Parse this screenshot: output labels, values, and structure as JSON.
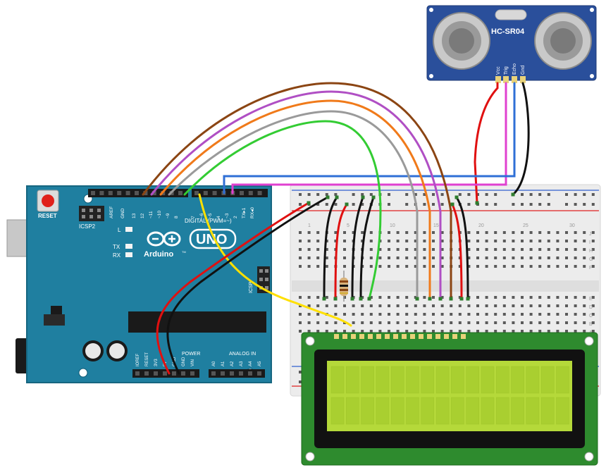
{
  "sensor": {
    "name": "HC-SR04",
    "pins": [
      "Vcc",
      "Trig",
      "Echo",
      "Gnd"
    ]
  },
  "arduino": {
    "reset_label": "RESET",
    "icsp2_label": "ICSP2",
    "icsp_label": "ICSP",
    "logo_text": "Arduino",
    "logo_tm": "TM",
    "uno_text": "UNO",
    "digital_label": "DIGITAL (PWM=~)",
    "led_labels": [
      "L",
      "TX",
      "RX"
    ],
    "top_header_labels": [
      "AREF",
      "GND",
      "13",
      "12",
      "~11",
      "~10",
      "~9",
      "8",
      "7",
      "~6",
      "~5",
      "4",
      "~3",
      "2",
      "TX▸1",
      "RX◂0"
    ],
    "power_label": "POWER",
    "power_pins": [
      "IOREF",
      "RESET",
      "3V3",
      "5V",
      "GND",
      "GND",
      "VIN"
    ],
    "analog_label": "ANALOG IN",
    "analog_pins": [
      "A0",
      "A1",
      "A2",
      "A3",
      "A4",
      "A5"
    ]
  },
  "breadboard": {
    "column_numbers": [
      "1",
      "5",
      "10",
      "15",
      "20",
      "25",
      "30"
    ],
    "row_letters": [
      "A",
      "B",
      "C",
      "D",
      "E",
      "F",
      "G",
      "H",
      "I",
      "J"
    ]
  },
  "colors": {
    "arduino_board": "#1f7fa0",
    "sensor_board": "#2a4f9b",
    "lcd_board": "#2e8b2e",
    "lcd_screen": "#b5d93a",
    "wire_brown": "#8b4513",
    "wire_purple": "#b04fc4",
    "wire_orange": "#f07a1a",
    "wire_gray": "#9a9a9a",
    "wire_green": "#33cc33",
    "wire_blue": "#2f6fd6",
    "wire_pink": "#e040d0",
    "wire_red": "#e01010",
    "wire_black": "#111111",
    "wire_yellow": "#ffe000"
  }
}
